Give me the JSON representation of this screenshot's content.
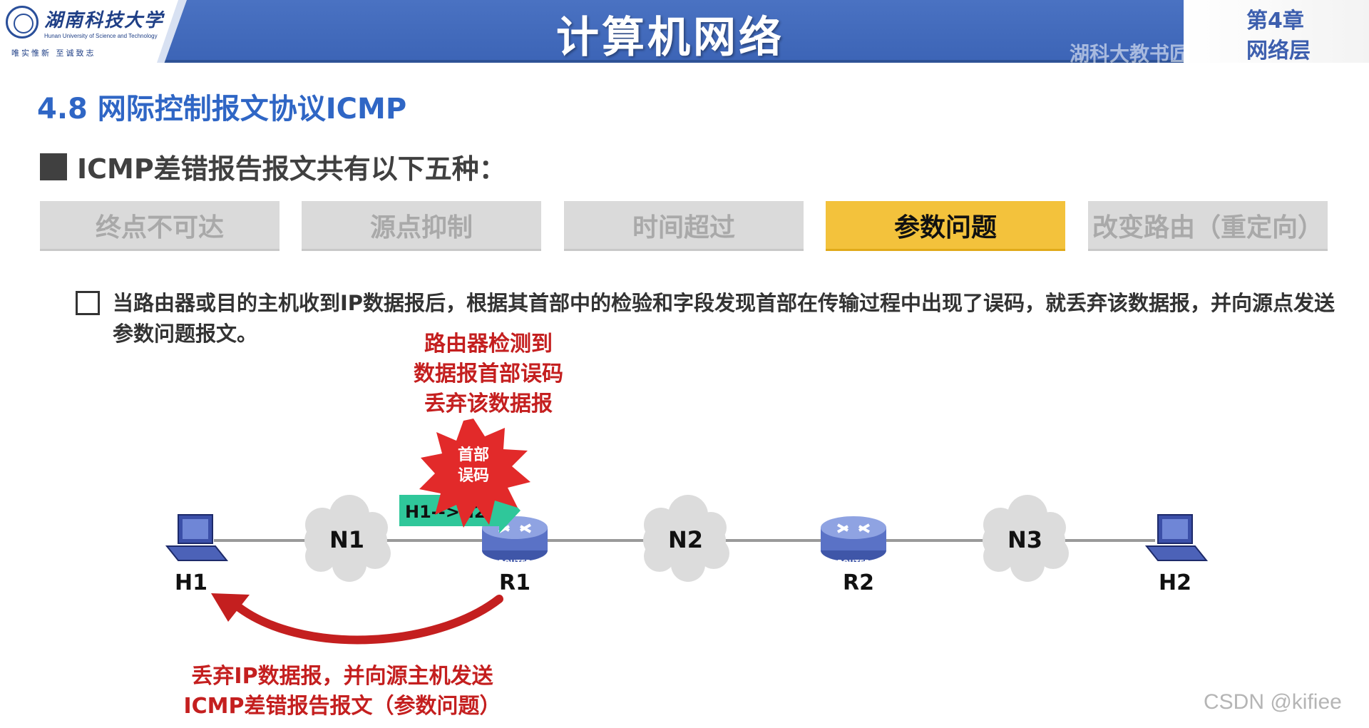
{
  "header": {
    "university_name": "湖南科技大学",
    "university_en": "Hunan University of Science and Technology",
    "motto": "唯实惟新   至诚致志",
    "course_title": "计算机网络",
    "chapter_no": "第4章",
    "chapter_name": "网络层",
    "watermark": "湖科大教书匠"
  },
  "section": {
    "title": "4.8 网际控制报文协议ICMP",
    "subtitle": "ICMP差错报告报文共有以下五种："
  },
  "tabs": [
    {
      "label": "终点不可达",
      "active": false
    },
    {
      "label": "源点抑制",
      "active": false
    },
    {
      "label": "时间超过",
      "active": false
    },
    {
      "label": "参数问题",
      "active": true
    },
    {
      "label": "改变路由（重定向）",
      "active": false
    }
  ],
  "description": "当路由器或目的主机收到IP数据报后，根据其首部中的检验和字段发现首部在传输过程中出现了误码，就丢弃该数据报，并向源点发送参数问题报文。",
  "diagram": {
    "annotation_top": [
      "路由器检测到",
      "数据报首部误码",
      "丢弃该数据报"
    ],
    "burst_text": [
      "首部",
      "误码"
    ],
    "packet_label": "H1-->H2",
    "hosts": {
      "h1": "H1",
      "h2": "H2"
    },
    "routers": {
      "r1": "R1",
      "r2": "R2",
      "router_tag": "ROUTER"
    },
    "networks": {
      "n1": "N1",
      "n2": "N2",
      "n3": "N3"
    },
    "annotation_bottom": [
      "丢弃IP数据报，并向源主机发送",
      "ICMP差错报告报文（参数问题）"
    ]
  },
  "colors": {
    "header_blue": "#3c64b6",
    "title_blue": "#2f66c5",
    "active_tab": "#f3c23c",
    "inactive_tab": "#dadada",
    "alert_red": "#c41f1f",
    "packet_green": "#2fc79a"
  },
  "watermark_corner": "CSDN @kifiee"
}
